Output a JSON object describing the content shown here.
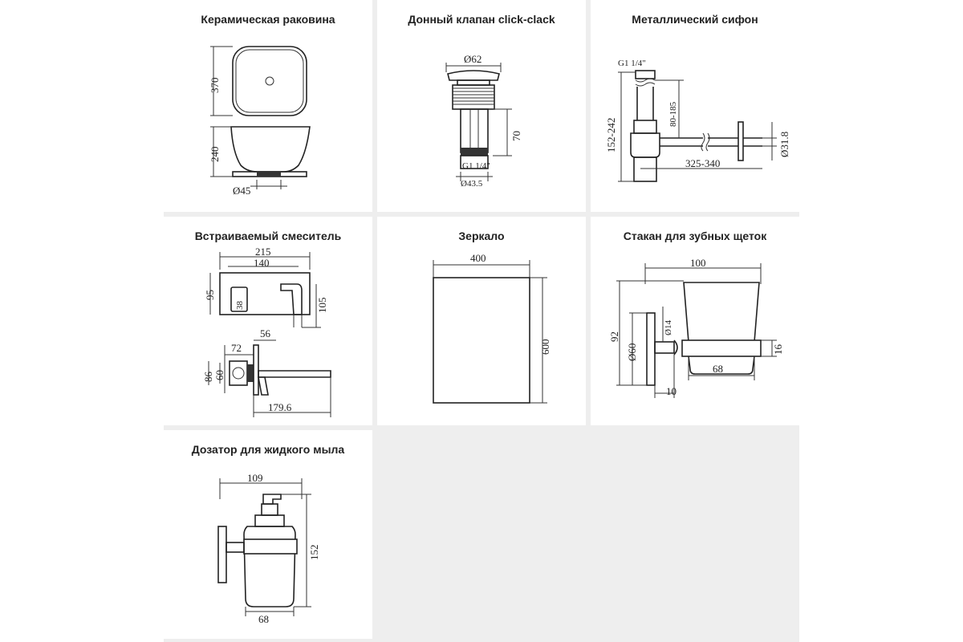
{
  "panels": [
    {
      "id": "ceramic-sink",
      "title": "Керамическая раковина",
      "dims": {
        "width_top": "370",
        "height": "240",
        "drain": "Ø45"
      }
    },
    {
      "id": "click-clack-valve",
      "title": "Донный клапан click-clack",
      "dims": {
        "cap": "Ø62",
        "height": "70",
        "thread": "G1 1/4\"",
        "base": "Ø43.5"
      }
    },
    {
      "id": "metal-siphon",
      "title": "Металлический сифон",
      "dims": {
        "thread": "G1 1/4\"",
        "total_height": "152-242",
        "adjust": "80-185",
        "length": "325-340",
        "pipe": "Ø31.8"
      }
    },
    {
      "id": "built-in-mixer",
      "title": "Встраиваемый смеситель",
      "dims": {
        "plate_width": "215",
        "inner_width": "140",
        "plate_height": "95",
        "spout_height": "105",
        "handle": "38",
        "depth_top": "56",
        "depth_body": "72",
        "height_side": "86",
        "height_inner": "60",
        "spout_length": "179.6"
      }
    },
    {
      "id": "mirror",
      "title": "Зеркало",
      "dims": {
        "width": "400",
        "height": "600"
      }
    },
    {
      "id": "toothbrush-holder",
      "title": "Стакан для зубных щеток",
      "dims": {
        "width": "100",
        "height": "92",
        "flange": "Ø60",
        "stem": "Ø14",
        "ring": "16",
        "bottom": "68",
        "offset": "10"
      }
    },
    {
      "id": "soap-dispenser",
      "title": "Дозатор для жидкого мыла",
      "dims": {
        "width": "109",
        "height": "152",
        "bottom": "68"
      }
    }
  ]
}
